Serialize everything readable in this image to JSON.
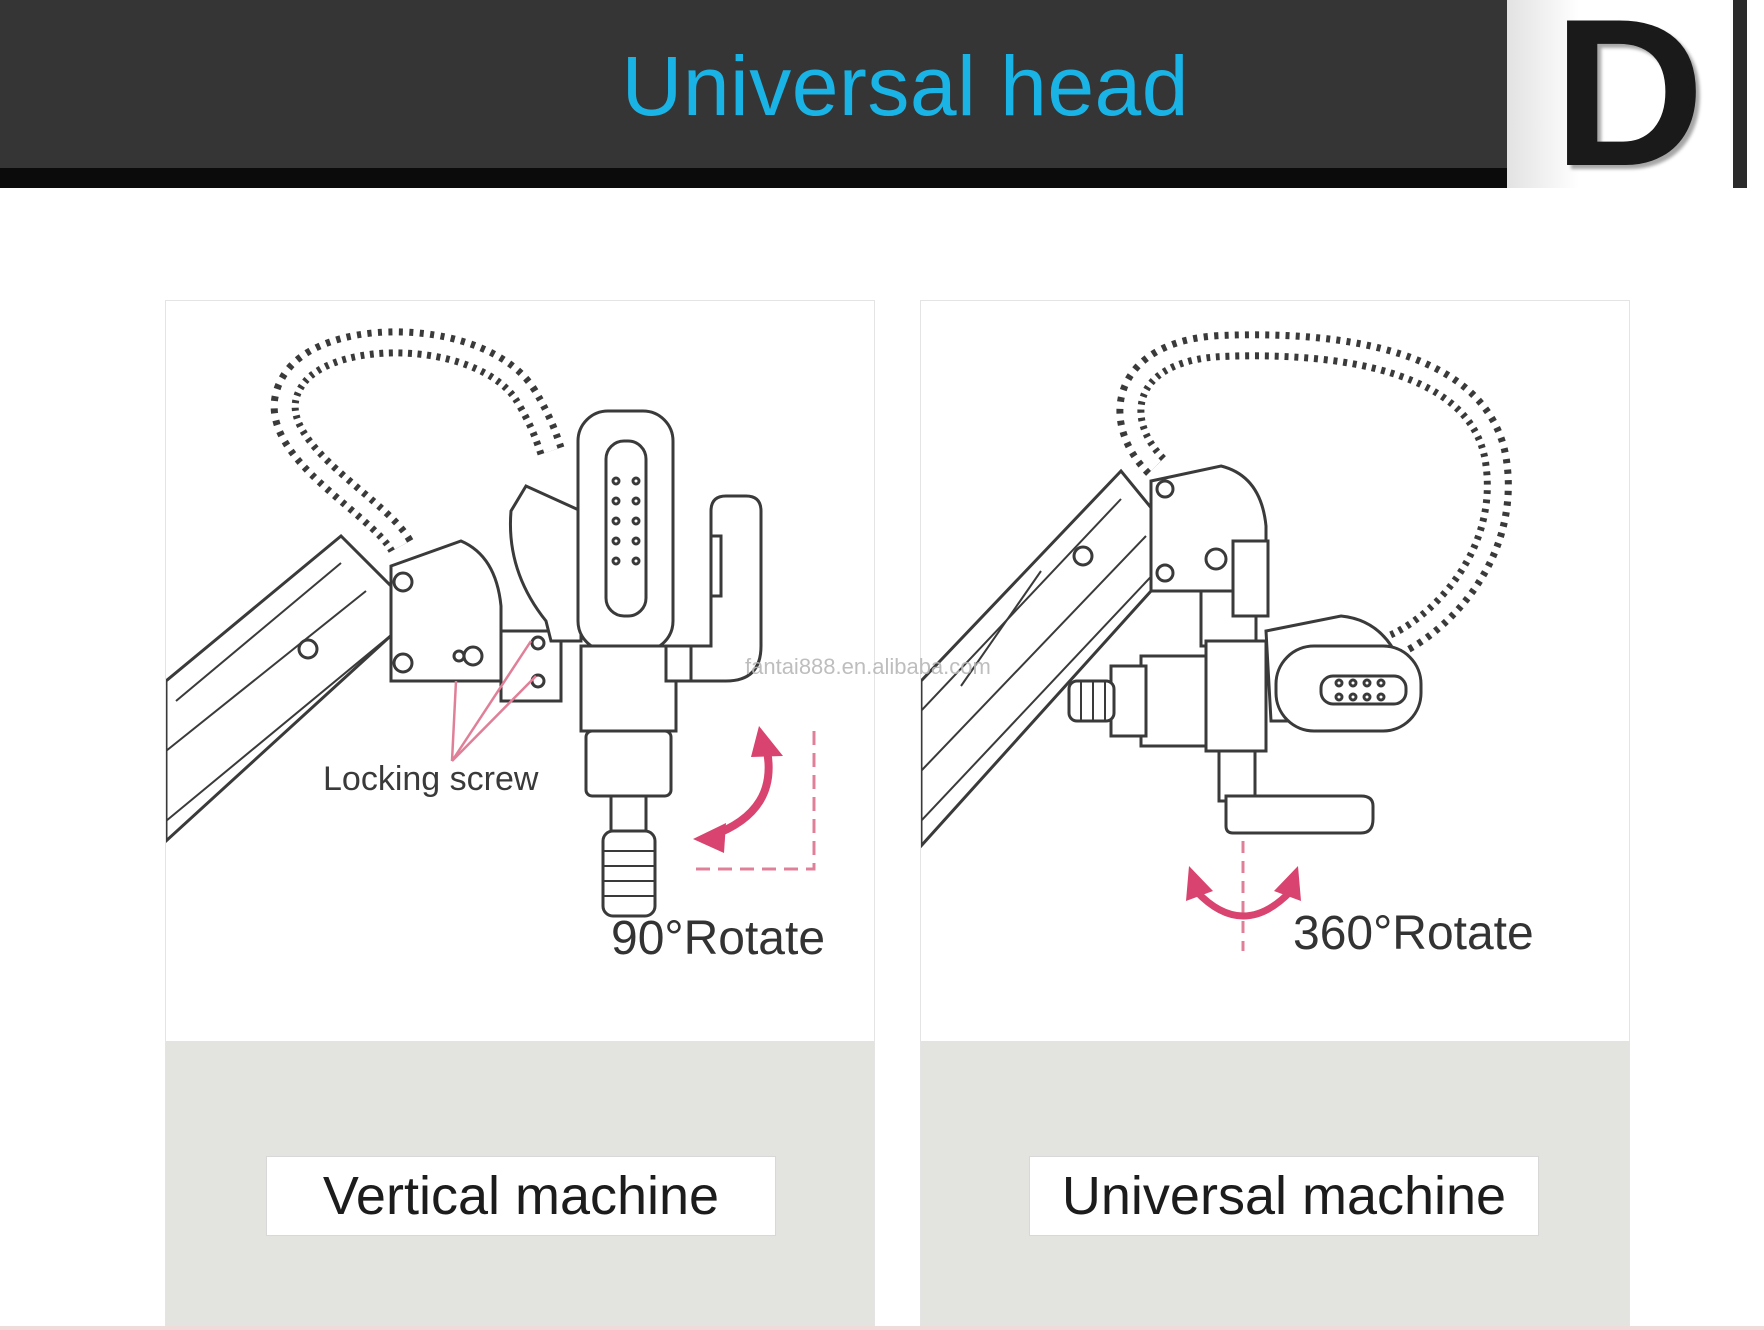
{
  "header": {
    "title": "Universal head",
    "badge_letter": "D",
    "title_color": "#19b3e6"
  },
  "panels": [
    {
      "rotate_label": "90°Rotate",
      "callout_label": "Locking screw",
      "caption": "Vertical machine"
    },
    {
      "rotate_label": "360°Rotate",
      "caption": "Universal machine"
    }
  ],
  "watermark": "fantai888.en.alibaba.com",
  "colors": {
    "accent_arrow": "#d8446f",
    "callout_line": "#e08098"
  }
}
